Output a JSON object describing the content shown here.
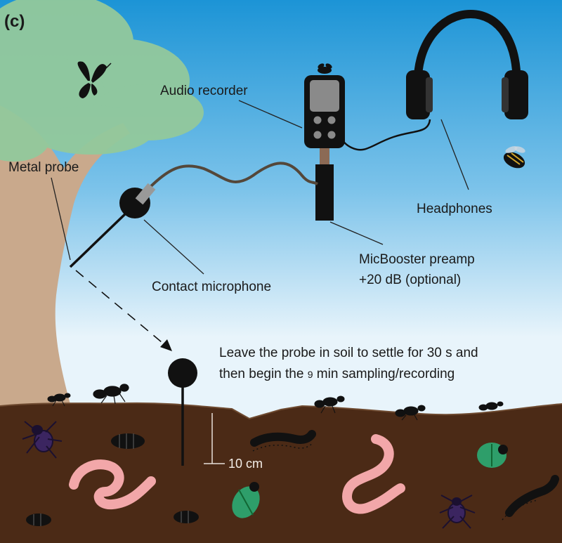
{
  "panel_label": "(c)",
  "labels": {
    "audio_recorder": "Audio recorder",
    "metal_probe": "Metal probe",
    "headphones": "Headphones",
    "contact_microphone": "Contact microphone",
    "preamp_line1": "MicBooster preamp",
    "preamp_line2": "+20 dB (optional)",
    "instruction_line1": "Leave the probe in soil to settle for 30 s and",
    "instruction_line2_prefix": "then begin the ",
    "instruction_line2_num": "9",
    "instruction_line2_suffix": " min sampling/recording",
    "depth": "10 cm"
  },
  "colors": {
    "sky_top": "#1e96d8",
    "sky_bottom": "#e9f5fb",
    "soil": "#4b2a16",
    "ground_line": "#5c3a22",
    "trunk": "#c8a88a",
    "foliage": "#8fc79a",
    "worm": "#f2a6a8",
    "beetle": "#2f9e6a",
    "cable": "#5a4a3a"
  }
}
